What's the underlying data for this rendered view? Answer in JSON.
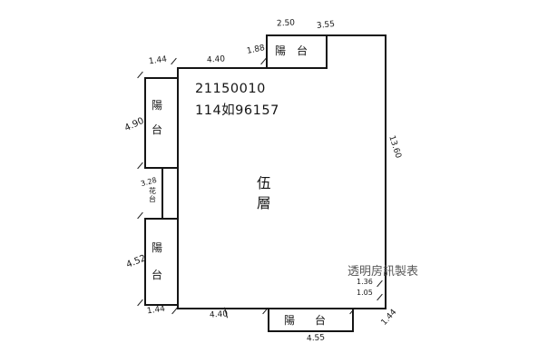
{
  "canvas": {
    "background": "#ffffff",
    "line_color": "#151515"
  },
  "plan": {
    "parcel_number": "21150010",
    "building_number": "114如96157",
    "floor_label": "伍\n層",
    "watermark": "透明房訊製表",
    "rooms": {
      "balcony_top": "陽台",
      "balcony_left_upper": "陽\n台",
      "balcony_left_lower": "陽\n台",
      "balcony_bottom": "陽台",
      "planter": "花\n台"
    },
    "dimensions": {
      "top_balcony_width": "2.50",
      "top_right_width": "3.55",
      "top_balcony_height": "1.88",
      "upper_left_balcony_width": "1.44",
      "top_left_width": "4.40",
      "left_upper_balcony_height": "4.90",
      "planter_height": "3.28",
      "left_lower_balcony_height": "4.52",
      "lower_left_balcony_width": "1.44",
      "bottom_left_width": "4.40",
      "bottom_balcony_width": "4.55",
      "bottom_right_width": "1.44",
      "right_step_upper": "1.36",
      "right_step_lower": "1.05",
      "right_height": "13.60"
    }
  }
}
